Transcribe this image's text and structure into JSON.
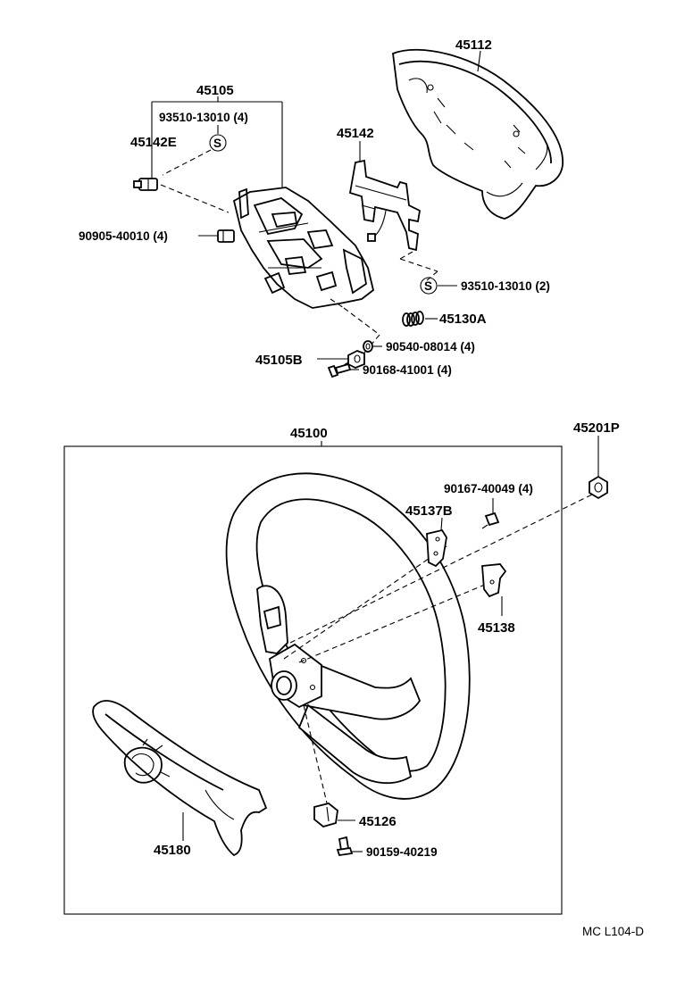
{
  "labels": {
    "p45112": "45112",
    "p45105": "45105",
    "p93510_a": "93510-13010 (4)",
    "p45142e": "45142E",
    "s_a": "S",
    "p45142": "45142",
    "p90905": "90905-40010 (4)",
    "s_b": "S",
    "p93510_b": "93510-13010 (2)",
    "p45130a": "45130A",
    "p90540": "90540-08014 (4)",
    "p45105b": "45105B",
    "p90168": "90168-41001 (4)",
    "p45100": "45100",
    "p45201p": "45201P",
    "p90167": "90167-40049 (4)",
    "p45137b": "45137B",
    "p45138": "45138",
    "p45126": "45126",
    "p45180": "45180",
    "p90159": "90159-40219",
    "catalog_code": "MC L104-D"
  }
}
